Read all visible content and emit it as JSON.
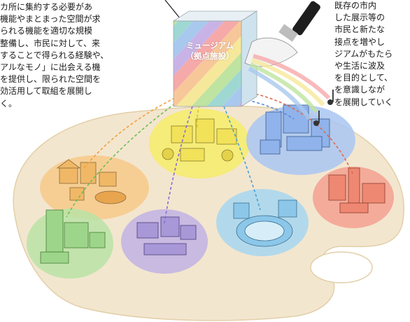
{
  "left_text": [
    "カ所に集約する必要があ",
    "機能やまとまった空間が求",
    "られる機能を適切な規模",
    "整備し、市民に対して、来",
    "することで得られる経験や、",
    "アルなモノ」に出会える機",
    "を提供し、限られた空間を",
    "効活用して取組を展開し",
    "く。"
  ],
  "right_text": [
    "既存の市内",
    "した展示等の",
    "市民と新たな",
    "接点を増やし",
    "ジアムがもたら",
    "や生活に波及",
    "を目的として、",
    "を意識しなが",
    "を展開していく"
  ],
  "cube": {
    "title": "ミュージアム",
    "subtitle": "（拠点施設）",
    "stripe_colors": [
      "#f6a9a9",
      "#f7c79a",
      "#f6e89a",
      "#bfe3a0",
      "#9fd8d3",
      "#a9c8ee",
      "#c9b3e6"
    ]
  },
  "areas": [
    {
      "color": "#f6c98a"
    },
    {
      "color": "#f4ec6a"
    },
    {
      "color": "#a9c6f2"
    },
    {
      "color": "#f3a08f"
    },
    {
      "color": "#b8e3a6"
    },
    {
      "color": "#c0b1e3"
    },
    {
      "color": "#a6d6f0"
    }
  ],
  "palette_color": "#f3e6cf"
}
